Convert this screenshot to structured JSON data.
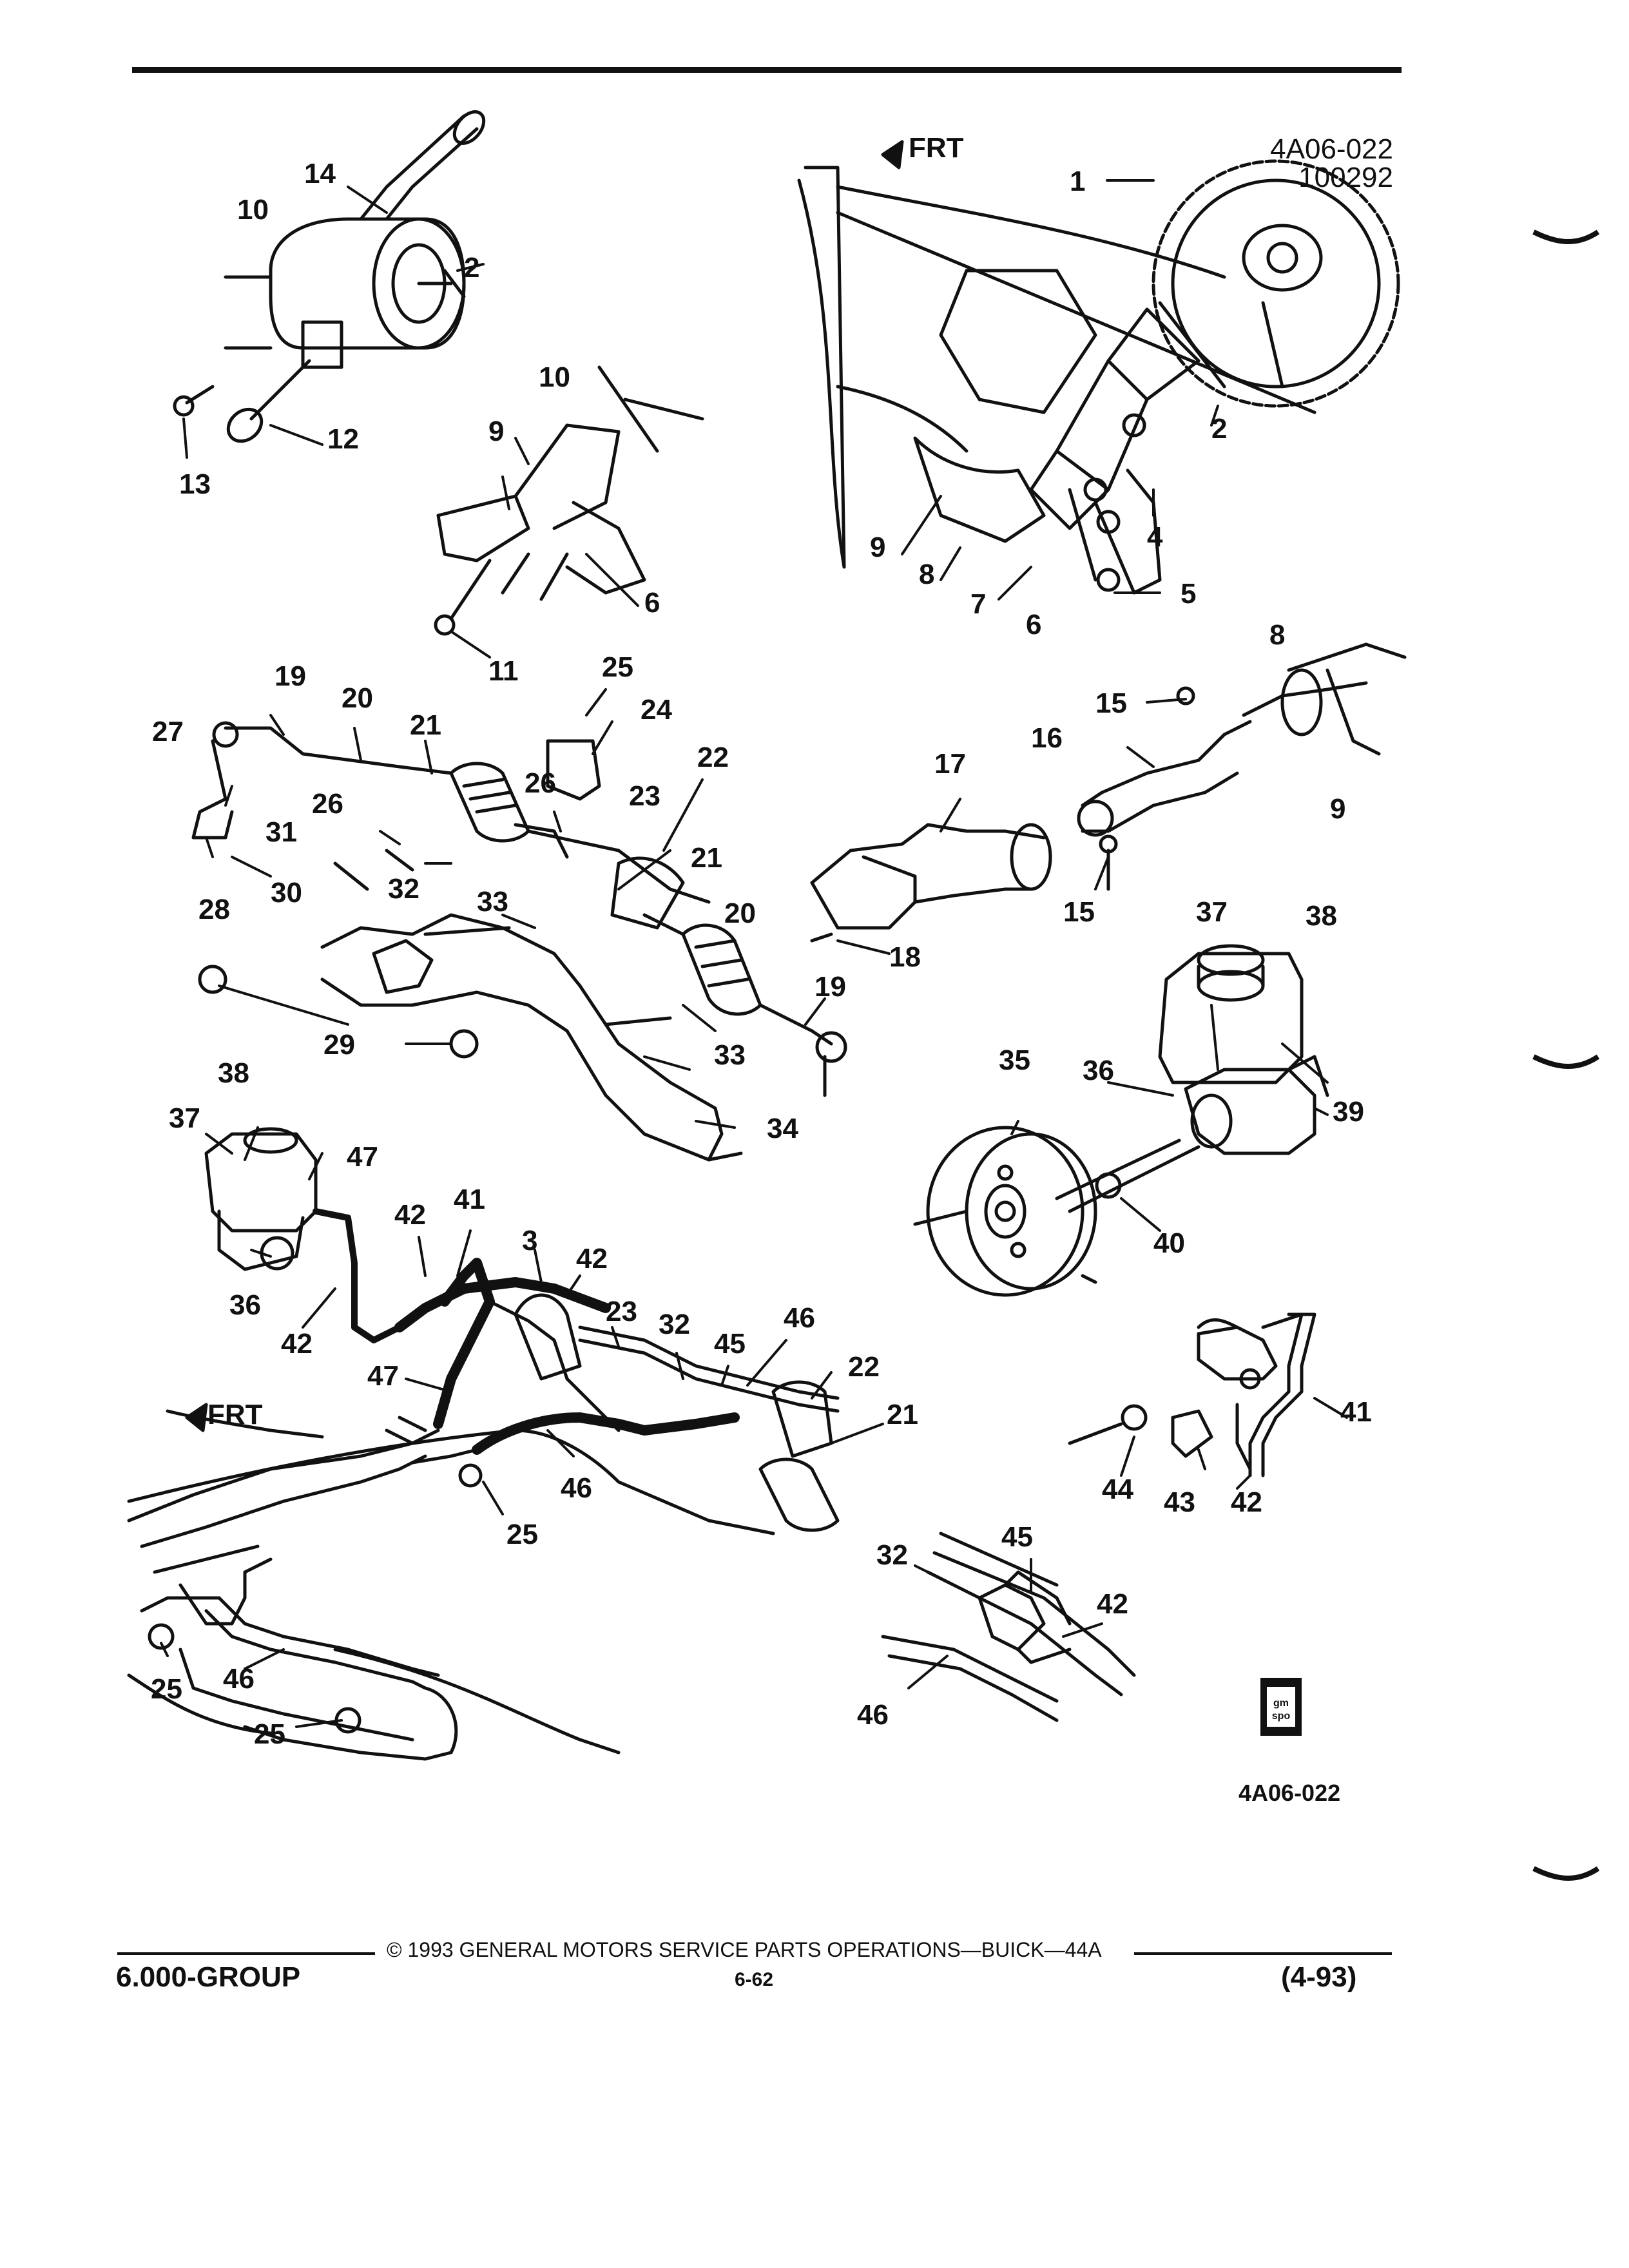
{
  "header": {
    "illustration_code": "4A06-022",
    "illustration_date": "100292"
  },
  "diagram": {
    "orientation_label": "FRT",
    "callouts": [
      "1",
      "2",
      "3",
      "4",
      "5",
      "6",
      "7",
      "8",
      "9",
      "10",
      "11",
      "12",
      "13",
      "14",
      "15",
      "16",
      "17",
      "18",
      "19",
      "20",
      "21",
      "22",
      "23",
      "24",
      "25",
      "26",
      "27",
      "28",
      "29",
      "30",
      "31",
      "32",
      "33",
      "34",
      "35",
      "36",
      "37",
      "38",
      "39",
      "40",
      "41",
      "42",
      "43",
      "44",
      "45",
      "46",
      "47"
    ],
    "logo_text": "gm spo"
  },
  "figure_code": "4A06-022",
  "footer": {
    "copyright": "© 1993 GENERAL MOTORS SERVICE PARTS OPERATIONS—BUICK—44A",
    "group": "6.000-GROUP",
    "page": "6-62",
    "date": "(4-93)"
  },
  "colors": {
    "ink": "#111111",
    "paper": "#ffffff"
  }
}
